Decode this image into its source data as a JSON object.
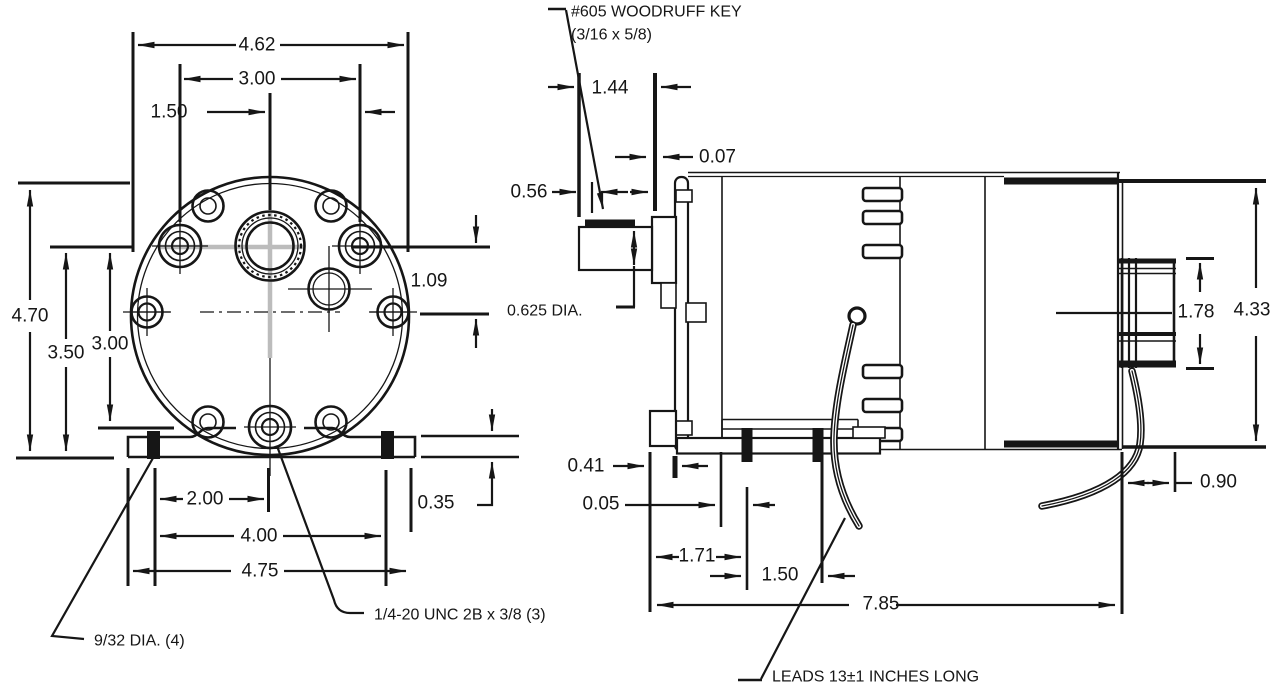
{
  "drawing_type": "dimensioned engineering drawing of an electric motor, front and side orthographic views",
  "front": {
    "dims": {
      "overall_width": "4.62",
      "bolt_spacing_h": "3.00",
      "bolt_half_spacing": "1.50",
      "overall_height": "4.70",
      "base_to_top_bolts": "3.50",
      "bolt_spacing_v": "3.00",
      "center_offset": "1.09",
      "foot_thickness": "0.35",
      "slot_half_spacing": "2.00",
      "slot_spacing": "4.00",
      "base_width": "4.75"
    },
    "notes": {
      "mounting_holes": "9/32 DIA. (4)",
      "tapped_holes": "1/4-20 UNC 2B x 3/8 (3)"
    }
  },
  "side": {
    "dims": {
      "shaft_length": "1.44",
      "key_height": "0.07",
      "key_position": "0.56",
      "shaft_diameter": "0.625 DIA.",
      "boss_length": "0.41",
      "face_to_foot": "0.05",
      "foot_front_position": "1.71",
      "foot_slot_spacing": "1.50",
      "overall_length": "7.85",
      "terminal_height": "1.78",
      "overall_height": "4.33",
      "terminal_overhang": "0.90"
    },
    "notes": {
      "woodruff_key_line1": "#605 WOODRUFF KEY",
      "woodruff_key_line2": "(3/16 x 5/8)",
      "leads": "LEADS 13±1 INCHES LONG"
    }
  },
  "colors": {
    "line": "#161616",
    "centerline_gray": "#bcbcbc",
    "background": "#ffffff"
  }
}
